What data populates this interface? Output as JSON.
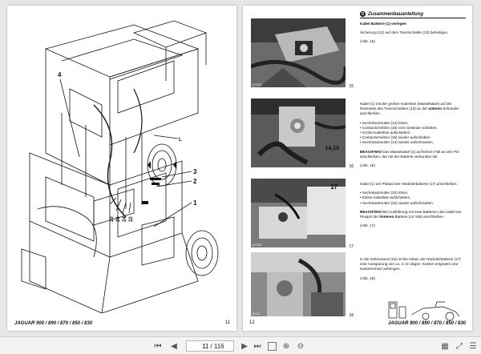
{
  "left_page": {
    "footer_model": "JAGUAR 900 / 890 / 870 / 850 / 830",
    "page_number": "11",
    "callouts": [
      "4",
      "3",
      "2",
      "1",
      "25",
      "26",
      "24",
      "22",
      "L"
    ]
  },
  "right_page": {
    "lang_badge": "D",
    "header_title": "Zusammenbauanleitung",
    "page_number": "12",
    "footer_model": "JAGUAR 900 / 890 / 870 / 850 / 830",
    "figures": [
      {
        "code": "67134",
        "number": "15"
      },
      {
        "code": "",
        "number": "16",
        "label": "14,15"
      },
      {
        "code": "67232",
        "number": "17",
        "label": "17"
      },
      {
        "code": "6711",
        "number": "18"
      }
    ],
    "sections": [
      {
        "title": "Kabel Batterie (1) verlegen",
        "text": "Sicherung (12) auf dem Trennschalter (13) befestigen.",
        "ref": "(Abb. 15)"
      },
      {
        "text_a": "Kabel (1) mit der großen Kabelöse (Massekabel) auf der Rückseite des Trennschalters (13) an der ",
        "text_bold": "unteren",
        "text_b": " Schraube anschließen.",
        "bullets": [
          "Sechskantmutter (14) lösen.",
          "Contactscheiben (15) vom Gewinde schieben.",
          "Große Kabelöse aufschieben.",
          "Contactscheiben (15) wieder aufschieben.",
          "Sechskantmutter (14) wieder aufschrauben."
        ],
        "note_bold": "BEACHTEN!",
        "note": " Das Massekabel (1) auf keinen Fall an den Pol anschließen, der mit der Batterie verbunden ist!",
        "ref": "(Abb. 16)"
      },
      {
        "text": "Kabel (1) am Pluspol der Häckslerbatterie (17) anschließen.",
        "bullets": [
          "Sechskantmutter (22) lösen.",
          "Kleine Kabelöse aufschieben.",
          "Sechskantmutter (22) wieder aufschrauben."
        ],
        "note_bold": "BEACHTEN!",
        "note_a": " Bei Ausführung mit zwei Batterien das Kabel am Pluspol der ",
        "note_strong": "hinteren",
        "note_b": " Batterie (12 Volt) anschließen.",
        "ref": "(Abb. 17)"
      },
      {
        "text": "In die Seitenwand (16) rechts neben der Häckslerbatterie (17) eine Aussparung von ca. 2 cm sägen. Kanten entgraten und Kantenschutz anbringen.",
        "ref": "(Abb. 18)"
      }
    ]
  },
  "toolbar": {
    "current_page": "11",
    "total_pages": "/ 116"
  }
}
